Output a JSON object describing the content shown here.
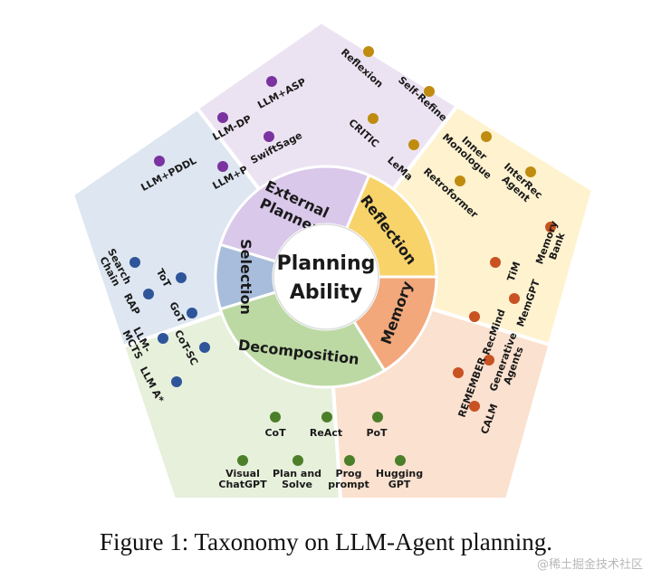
{
  "center": {
    "lines": [
      "Planning",
      "Ability"
    ]
  },
  "colors": {
    "external_planner": {
      "bg": "#ece3f2",
      "band": "#d9c8ea",
      "dot": "#7a33a0"
    },
    "reflection": {
      "bg": "#fff2cf",
      "band": "#f7d36a",
      "dot": "#bf8c10"
    },
    "memory": {
      "bg": "#fbe1cf",
      "band": "#f2a87a",
      "dot": "#c85222"
    },
    "decomposition": {
      "bg": "#e7f0db",
      "band": "#bcd9a4",
      "dot": "#4b7f2a"
    },
    "selection": {
      "bg": "#dde6f1",
      "band": "#a8bddb",
      "dot": "#2e559a"
    },
    "divider": "#ffffff"
  },
  "categories": [
    {
      "key": "external_planner",
      "label_lines": [
        "External",
        "Planner"
      ],
      "methods": [
        {
          "lines": [
            "LLM+PDDL"
          ]
        },
        {
          "lines": [
            "LLM-DP"
          ]
        },
        {
          "lines": [
            "LLM+ASP"
          ]
        },
        {
          "lines": [
            "LLM+P"
          ]
        },
        {
          "lines": [
            "SwiftSage"
          ]
        }
      ]
    },
    {
      "key": "reflection",
      "label_lines": [
        "Reflection"
      ],
      "methods": [
        {
          "lines": [
            "Reflexion"
          ]
        },
        {
          "lines": [
            "Self-Refine"
          ]
        },
        {
          "lines": [
            "CRITIC"
          ]
        },
        {
          "lines": [
            "LeMa"
          ]
        },
        {
          "lines": [
            "Inner",
            "Monologue"
          ]
        },
        {
          "lines": [
            "Retroformer"
          ]
        },
        {
          "lines": [
            "InterRec",
            "Agent"
          ]
        }
      ]
    },
    {
      "key": "memory",
      "label_lines": [
        "Memory"
      ],
      "methods": [
        {
          "lines": [
            "Memory",
            "Bank"
          ]
        },
        {
          "lines": [
            "TiM"
          ]
        },
        {
          "lines": [
            "MemGPT"
          ]
        },
        {
          "lines": [
            "RecMind"
          ]
        },
        {
          "lines": [
            "Generative",
            "Agents"
          ]
        },
        {
          "lines": [
            "REMEMBER"
          ]
        },
        {
          "lines": [
            "CALM"
          ]
        }
      ]
    },
    {
      "key": "decomposition",
      "label_lines": [
        "Decomposition"
      ],
      "methods": [
        {
          "lines": [
            "CoT"
          ]
        },
        {
          "lines": [
            "ReAct"
          ]
        },
        {
          "lines": [
            "PoT"
          ]
        },
        {
          "lines": [
            "Visual",
            "ChatGPT"
          ]
        },
        {
          "lines": [
            "Plan and",
            "Solve"
          ]
        },
        {
          "lines": [
            "Prog",
            "prompt"
          ]
        },
        {
          "lines": [
            "Hugging",
            "GPT"
          ]
        }
      ]
    },
    {
      "key": "selection",
      "label_lines": [
        "Selection"
      ],
      "methods": [
        {
          "lines": [
            "Search",
            "Chain"
          ]
        },
        {
          "lines": [
            "ToT"
          ]
        },
        {
          "lines": [
            "RAP"
          ]
        },
        {
          "lines": [
            "GoT"
          ]
        },
        {
          "lines": [
            "LLM-",
            "MCTS"
          ]
        },
        {
          "lines": [
            "CoT-SC"
          ]
        },
        {
          "lines": [
            "LLM A*"
          ]
        }
      ]
    }
  ],
  "caption": "Figure 1: Taxonomy on LLM-Agent planning.",
  "watermark": "@稀土掘金技术社区"
}
